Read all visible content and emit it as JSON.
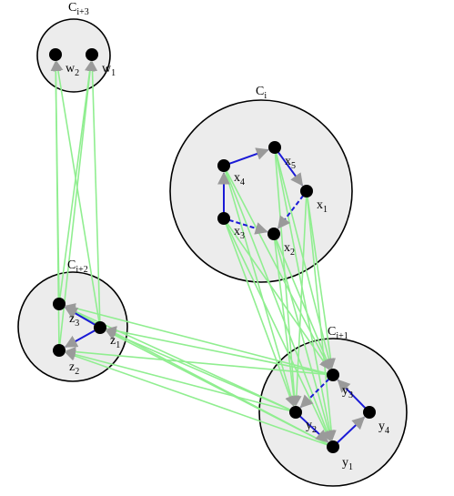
{
  "colors": {
    "cluster_fill": "#ececec",
    "cluster_stroke": "#000000",
    "vertex": "#000000",
    "cycle_edge": "#1a1ad6",
    "cross_edge": "#90ee90",
    "arrowhead": "#9a9a9a"
  },
  "clusters": [
    {
      "id": "Ci",
      "label": "C",
      "sub": "i"
    },
    {
      "id": "Ci1",
      "label": "C",
      "sub": "i+1"
    },
    {
      "id": "Ci2",
      "label": "C",
      "sub": "i+2"
    },
    {
      "id": "Ci3",
      "label": "C",
      "sub": "i+3"
    }
  ],
  "vertices": [
    {
      "id": "x1",
      "label": "x",
      "sub": "1"
    },
    {
      "id": "x2",
      "label": "x",
      "sub": "2"
    },
    {
      "id": "x3",
      "label": "x",
      "sub": "3"
    },
    {
      "id": "x4",
      "label": "x",
      "sub": "4"
    },
    {
      "id": "x5",
      "label": "x",
      "sub": "5"
    },
    {
      "id": "y1",
      "label": "y",
      "sub": "1"
    },
    {
      "id": "y2",
      "label": "y",
      "sub": "2"
    },
    {
      "id": "y3",
      "label": "y",
      "sub": "3"
    },
    {
      "id": "y4",
      "label": "y",
      "sub": "4"
    },
    {
      "id": "z1",
      "label": "z",
      "sub": "1"
    },
    {
      "id": "z2",
      "label": "z",
      "sub": "2"
    },
    {
      "id": "z3",
      "label": "z",
      "sub": "3"
    },
    {
      "id": "w1",
      "label": "w",
      "sub": "1"
    },
    {
      "id": "w2",
      "label": "w",
      "sub": "2"
    }
  ],
  "cycle_edges": [
    {
      "from": "x4",
      "to": "x5",
      "style": "solid"
    },
    {
      "from": "x5",
      "to": "x1",
      "style": "solid"
    },
    {
      "from": "x1",
      "to": "x2",
      "style": "dashed"
    },
    {
      "from": "x3",
      "to": "x2",
      "style": "dashed"
    },
    {
      "from": "x3",
      "to": "x4",
      "style": "solid"
    },
    {
      "from": "y1",
      "to": "y4",
      "style": "solid"
    },
    {
      "from": "y4",
      "to": "y3",
      "style": "solid"
    },
    {
      "from": "y3",
      "to": "y2",
      "style": "dashed"
    },
    {
      "from": "y2",
      "to": "y1",
      "style": "solid"
    },
    {
      "from": "z1",
      "to": "z3",
      "style": "solid"
    },
    {
      "from": "z1",
      "to": "z2",
      "style": "solid"
    }
  ],
  "cross_edges": [
    [
      "x4",
      "y1"
    ],
    [
      "x4",
      "y2"
    ],
    [
      "x4",
      "y3"
    ],
    [
      "x5",
      "y1"
    ],
    [
      "x5",
      "y2"
    ],
    [
      "x5",
      "y3"
    ],
    [
      "x1",
      "y1"
    ],
    [
      "x1",
      "y2"
    ],
    [
      "x1",
      "y3"
    ],
    [
      "x3",
      "y1"
    ],
    [
      "x3",
      "y2"
    ],
    [
      "x3",
      "y3"
    ],
    [
      "x2",
      "y1"
    ],
    [
      "x2",
      "y2"
    ],
    [
      "x2",
      "y3"
    ],
    [
      "y1",
      "z1"
    ],
    [
      "y1",
      "z2"
    ],
    [
      "y1",
      "z3"
    ],
    [
      "y2",
      "z1"
    ],
    [
      "y2",
      "z2"
    ],
    [
      "y2",
      "z3"
    ],
    [
      "y3",
      "z1"
    ],
    [
      "y3",
      "z2"
    ],
    [
      "y3",
      "z3"
    ],
    [
      "z3",
      "w1"
    ],
    [
      "z3",
      "w2"
    ],
    [
      "z1",
      "w1"
    ],
    [
      "z1",
      "w2"
    ],
    [
      "z2",
      "w1"
    ],
    [
      "z2",
      "w2"
    ]
  ]
}
